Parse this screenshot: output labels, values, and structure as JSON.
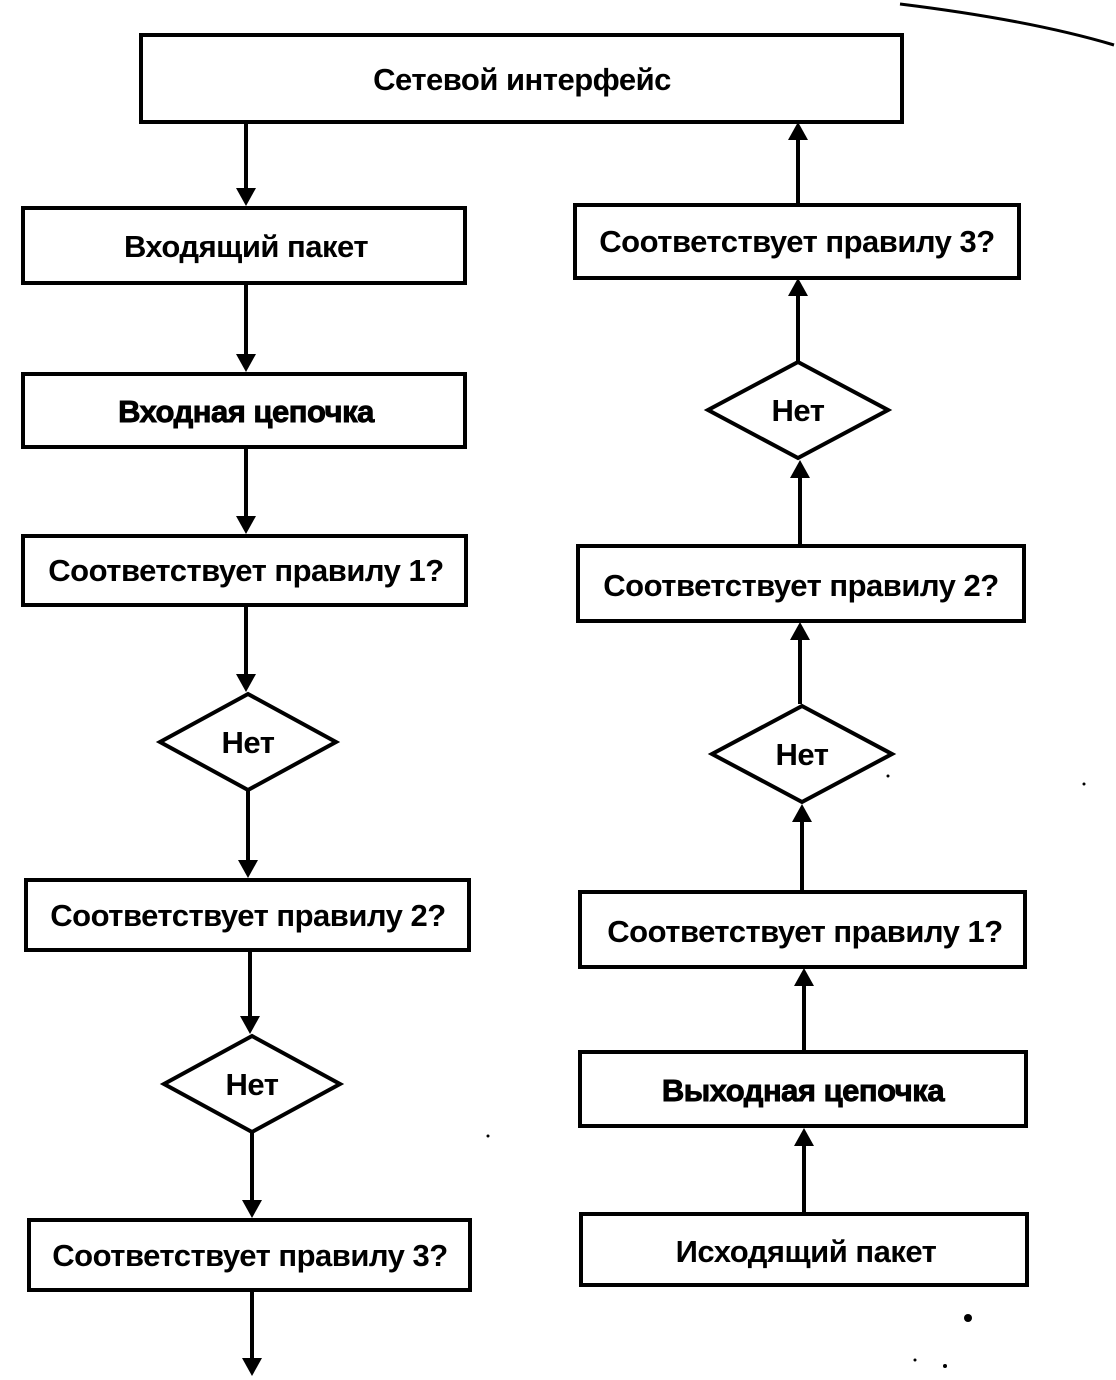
{
  "top": {
    "network_interface": "Сетевой интерфейс"
  },
  "left_column": {
    "incoming_packet": "Входящий пакет",
    "input_chain": "Входная цепочка",
    "rule1": "Соответствует правилу 1?",
    "no1": "Нет",
    "rule2": "Соответствует правилу 2?",
    "no2": "Нет",
    "rule3": "Соответствует правилу 3?"
  },
  "right_column": {
    "rule3": "Соответствует правилу 3?",
    "no2": "Нет",
    "rule2": "Соответствует правилу 2?",
    "no1": "Нет",
    "rule1": "Соответствует правилу 1?",
    "output_chain": "Выходная цепочка",
    "outgoing_packet": "Исходящий пакет"
  },
  "colors": {
    "stroke": "#000000",
    "background": "#ffffff"
  }
}
